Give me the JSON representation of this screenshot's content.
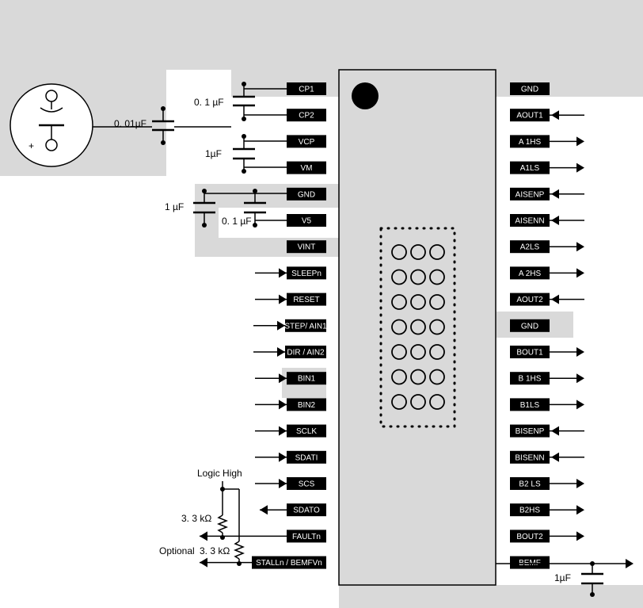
{
  "colors": {
    "shade": "#d9d9d9",
    "chip": "#d9d9d9",
    "pin_bg": "#000000",
    "pin_text": "#ffffff",
    "line": "#000000"
  },
  "left_pins": [
    {
      "id": "cp1",
      "label": "CP1"
    },
    {
      "id": "cp2",
      "label": "CP2"
    },
    {
      "id": "vcp",
      "label": "VCP"
    },
    {
      "id": "vm",
      "label": "VM"
    },
    {
      "id": "gnd",
      "label": "GND"
    },
    {
      "id": "v5",
      "label": "V5"
    },
    {
      "id": "vint",
      "label": "VINT"
    },
    {
      "id": "sleepn",
      "label": "SLEEPn"
    },
    {
      "id": "reset",
      "label": "RESET"
    },
    {
      "id": "step",
      "label": "STEP/ AIN1"
    },
    {
      "id": "dir",
      "label": "DIR / AIN2"
    },
    {
      "id": "bin1",
      "label": "BIN1"
    },
    {
      "id": "bin2",
      "label": "BIN2"
    },
    {
      "id": "sclk",
      "label": "SCLK"
    },
    {
      "id": "sdati",
      "label": "SDATI"
    },
    {
      "id": "scs",
      "label": "SCS"
    },
    {
      "id": "sdato",
      "label": "SDATO"
    },
    {
      "id": "faultn",
      "label": "FAULTn"
    },
    {
      "id": "stalln",
      "label": "STALLn / BEMFVn"
    }
  ],
  "right_pins": [
    {
      "id": "gnd-top",
      "label": "GND"
    },
    {
      "id": "aout1",
      "label": "AOUT1"
    },
    {
      "id": "a1hs",
      "label": "A 1HS"
    },
    {
      "id": "a1ls",
      "label": "A1LS"
    },
    {
      "id": "aisenp",
      "label": "AISENP"
    },
    {
      "id": "aisenn",
      "label": "AISENN"
    },
    {
      "id": "a2ls",
      "label": "A2LS"
    },
    {
      "id": "a2hs",
      "label": "A 2HS"
    },
    {
      "id": "aout2",
      "label": "AOUT2"
    },
    {
      "id": "gnd-mid",
      "label": "GND"
    },
    {
      "id": "bout1",
      "label": "BOUT1"
    },
    {
      "id": "b1hs",
      "label": "B 1HS"
    },
    {
      "id": "b1ls",
      "label": "B1LS"
    },
    {
      "id": "bisenp",
      "label": "BISENP"
    },
    {
      "id": "bisenn",
      "label": "BISENN"
    },
    {
      "id": "b2ls",
      "label": "B2 LS"
    },
    {
      "id": "b2hs",
      "label": "B2HS"
    },
    {
      "id": "bout2",
      "label": "BOUT2"
    },
    {
      "id": "bemf",
      "label": "BEMF"
    }
  ],
  "labels": {
    "cap_cp": "0. 1 µF",
    "cap_motor": "0. 01µF",
    "cap_vcp": "1µF",
    "cap_gnd_1": "1 µF",
    "cap_gnd_2": "0. 1 µF",
    "cap_bemf": "1µF",
    "logic_high": "Logic High",
    "res_fault": "3. 3 kΩ",
    "optional": "Optional",
    "res_stall": "3. 3 kΩ",
    "plus_sign": "+"
  }
}
